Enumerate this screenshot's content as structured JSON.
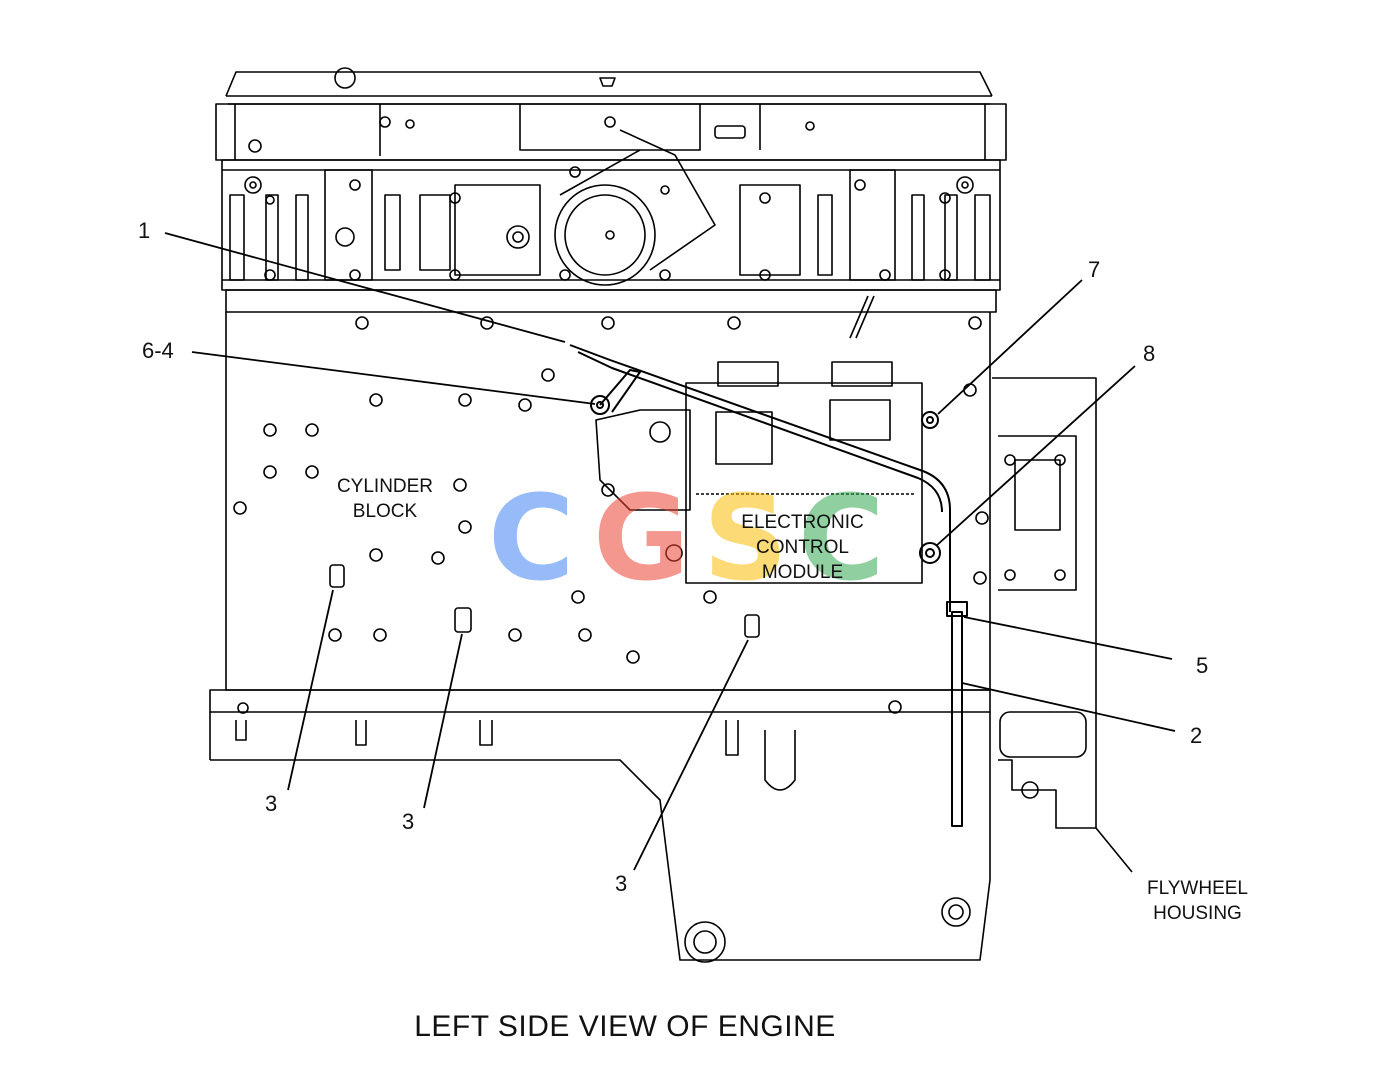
{
  "title": "LEFT SIDE VIEW OF ENGINE",
  "watermark_letters": [
    "C",
    "G",
    "S",
    "C"
  ],
  "watermark_colors": [
    "#4285f4",
    "#ea4335",
    "#fbbc05",
    "#34a853"
  ],
  "region_labels": {
    "cylinder_block": [
      "CYLINDER",
      "BLOCK"
    ],
    "ecm": [
      "ELECTRONIC",
      "CONTROL",
      "MODULE"
    ],
    "flywheel_housing": [
      "FLYWHEEL",
      "HOUSING"
    ]
  },
  "callouts": {
    "c1": "1",
    "c64": "6-4",
    "c7": "7",
    "c8": "8",
    "c5": "5",
    "c2": "2",
    "c3a": "3",
    "c3b": "3",
    "c3c": "3"
  }
}
